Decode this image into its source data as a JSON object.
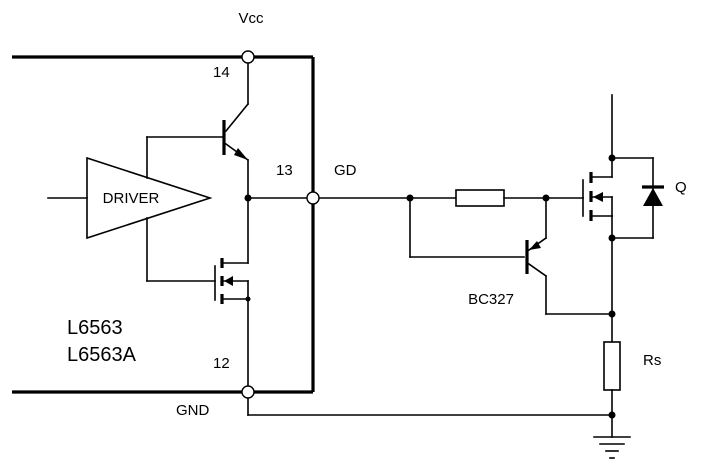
{
  "diagram": {
    "supply_label": "Vcc",
    "ground_label": "GND",
    "gate_drive_label": "GD",
    "pins": {
      "vcc": "14",
      "gd": "13",
      "gnd": "12"
    },
    "driver_label": "DRIVER",
    "ic_names": [
      "L6563",
      "L6563A"
    ],
    "pnp_transistor_label": "BC327",
    "mosfet_label": "Q",
    "sense_resistor_label": "Rs"
  }
}
